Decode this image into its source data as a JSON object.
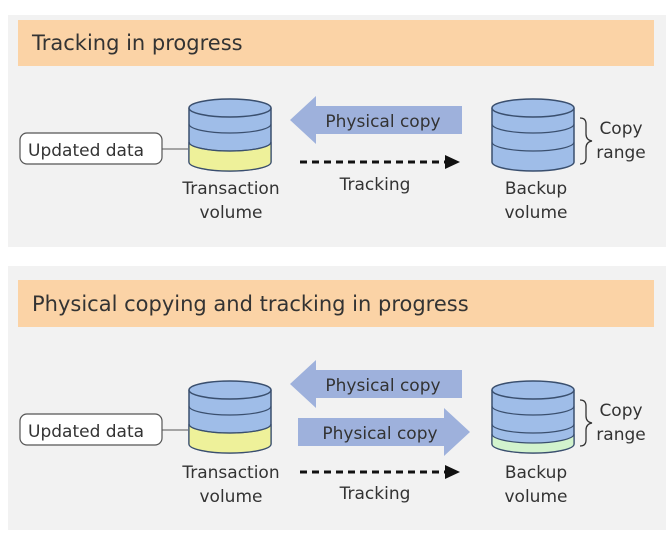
{
  "colors": {
    "panel_bg": "#f2f2f2",
    "header_bg": "#fbd3a6",
    "disk_fill": "#9fbde8",
    "disk_stroke": "#3a4f6e",
    "updated_band": "#eef19a",
    "copied_band": "#d2f3cd",
    "arrow_fill": "#9eb1dc"
  },
  "icons": [
    "disk-icon",
    "arrow-left-icon",
    "arrow-right-icon",
    "dashed-arrow-icon",
    "brace-icon"
  ],
  "panels": [
    {
      "title": "Tracking in progress",
      "updated_label": "Updated data",
      "transaction_label_1": "Transaction",
      "transaction_label_2": "volume",
      "backup_label_1": "Backup",
      "backup_label_2": "volume",
      "copy_arrow_label": "Physical copy",
      "tracking_label": "Tracking",
      "range_label_1": "Copy",
      "range_label_2": "range"
    },
    {
      "title": "Physical copying and tracking in progress",
      "updated_label": "Updated data",
      "transaction_label_1": "Transaction",
      "transaction_label_2": "volume",
      "backup_label_1": "Backup",
      "backup_label_2": "volume",
      "copy_arrow_label": "Physical copy",
      "copy_arrow_label_2": "Physical copy",
      "tracking_label": "Tracking",
      "range_label_1": "Copy",
      "range_label_2": "range"
    }
  ]
}
